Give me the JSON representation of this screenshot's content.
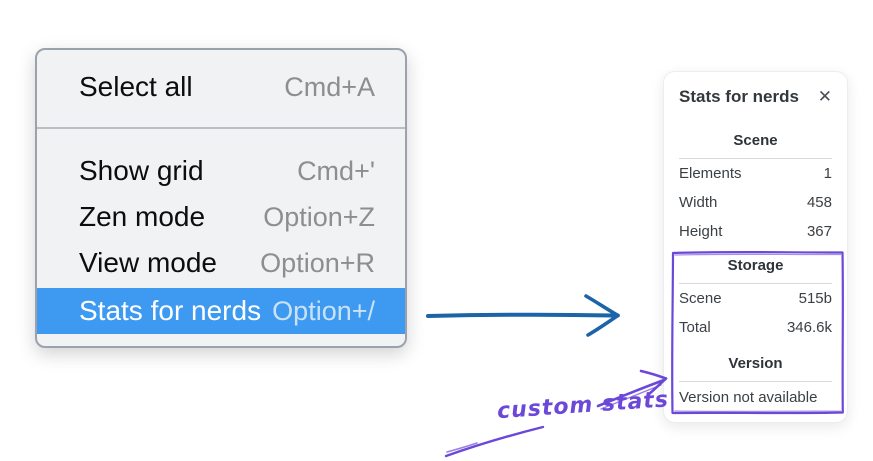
{
  "colors": {
    "menu_bg": "#f1f2f3",
    "menu_border": "#9aa3ad",
    "menu_text": "#0d0d0d",
    "menu_shortcut": "#8e8e8e",
    "menu_highlight": "#3d9af0",
    "menu_highlight_text": "#ffffff",
    "menu_highlight_shortcut": "#c9e2fa",
    "panel_text": "#3b4045",
    "panel_divider": "#d5dade",
    "annotation_purple": "#6b48d8",
    "annotation_blue": "#1d63a8"
  },
  "context_menu": {
    "items": [
      {
        "label": "Select all",
        "shortcut": "Cmd+A",
        "highlighted": false
      },
      {
        "label": "Show grid",
        "shortcut": "Cmd+'",
        "highlighted": false
      },
      {
        "label": "Zen mode",
        "shortcut": "Option+Z",
        "highlighted": false
      },
      {
        "label": "View mode",
        "shortcut": "Option+R",
        "highlighted": false
      },
      {
        "label": "Stats for nerds",
        "shortcut": "Option+/",
        "highlighted": true
      }
    ]
  },
  "stats_panel": {
    "title": "Stats for nerds",
    "sections": [
      {
        "heading": "Scene",
        "rows": [
          {
            "label": "Elements",
            "value": "1"
          },
          {
            "label": "Width",
            "value": "458"
          },
          {
            "label": "Height",
            "value": "367"
          }
        ]
      },
      {
        "heading": "Storage",
        "rows": [
          {
            "label": "Scene",
            "value": "515b"
          },
          {
            "label": "Total",
            "value": "346.6k"
          }
        ]
      },
      {
        "heading": "Version",
        "rows": [],
        "note": "Version not available"
      }
    ]
  },
  "annotations": {
    "custom_stats_label": "custom stats"
  },
  "icons": {
    "close": "✕"
  }
}
